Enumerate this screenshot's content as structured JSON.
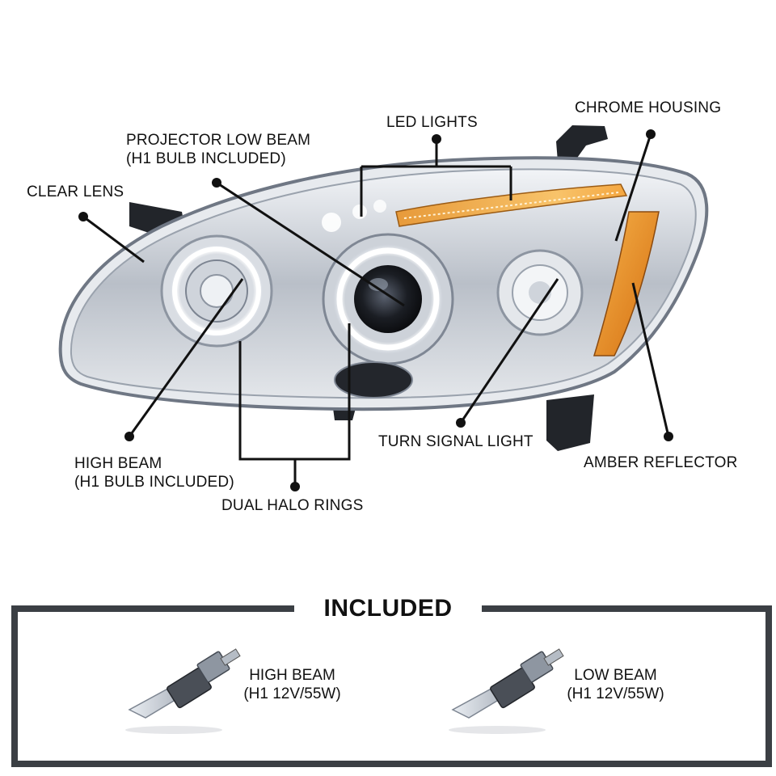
{
  "callouts": {
    "led_lights": "LED LIGHTS",
    "chrome_housing": "CHROME HOUSING",
    "projector_low_beam": [
      "PROJECTOR LOW BEAM",
      "(H1 BULB INCLUDED)"
    ],
    "clear_lens": "CLEAR LENS",
    "high_beam": [
      "HIGH BEAM",
      "(H1 BULB INCLUDED)"
    ],
    "turn_signal_light": "TURN SIGNAL LIGHT",
    "amber_reflector": "AMBER REFLECTOR",
    "dual_halo_rings": "DUAL HALO RINGS"
  },
  "included": {
    "title": "INCLUDED",
    "bulbs": [
      {
        "name": "HIGH BEAM",
        "spec": "(H1 12V/55W)"
      },
      {
        "name": "LOW BEAM",
        "spec": "(H1 12V/55W)"
      }
    ]
  },
  "colors": {
    "frame": "#3b3f44",
    "amber": "#e8891a",
    "chrome": "#c9ced6",
    "halo": "#f4f8ff",
    "led": "#f4a640"
  }
}
